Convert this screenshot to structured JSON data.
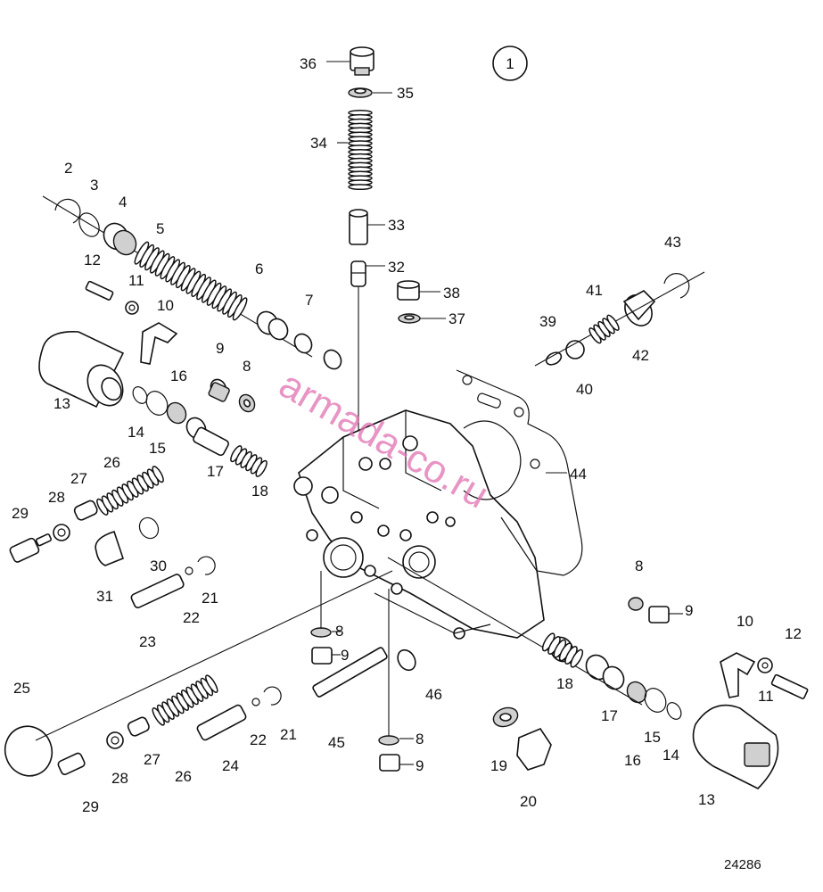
{
  "figure": {
    "view_number": "1",
    "reference_number": "24286",
    "watermark": "armada-co.ru"
  },
  "callouts": [
    {
      "id": "c36",
      "text": "36"
    },
    {
      "id": "c35",
      "text": "35"
    },
    {
      "id": "c34",
      "text": "34"
    },
    {
      "id": "c33",
      "text": "33"
    },
    {
      "id": "c32",
      "text": "32"
    },
    {
      "id": "c38",
      "text": "38"
    },
    {
      "id": "c37",
      "text": "37"
    },
    {
      "id": "c2",
      "text": "2"
    },
    {
      "id": "c3",
      "text": "3"
    },
    {
      "id": "c4",
      "text": "4"
    },
    {
      "id": "c5",
      "text": "5"
    },
    {
      "id": "c12a",
      "text": "12"
    },
    {
      "id": "c11a",
      "text": "11"
    },
    {
      "id": "c6",
      "text": "6"
    },
    {
      "id": "c7",
      "text": "7"
    },
    {
      "id": "c10a",
      "text": "10"
    },
    {
      "id": "c9a",
      "text": "9"
    },
    {
      "id": "c8a",
      "text": "8"
    },
    {
      "id": "c13a",
      "text": "13"
    },
    {
      "id": "c16a",
      "text": "16"
    },
    {
      "id": "c14a",
      "text": "14"
    },
    {
      "id": "c15a",
      "text": "15"
    },
    {
      "id": "c17a",
      "text": "17"
    },
    {
      "id": "c18a",
      "text": "18"
    },
    {
      "id": "c27a",
      "text": "27"
    },
    {
      "id": "c26a",
      "text": "26"
    },
    {
      "id": "c28a",
      "text": "28"
    },
    {
      "id": "c29a",
      "text": "29"
    },
    {
      "id": "c30",
      "text": "30"
    },
    {
      "id": "c31",
      "text": "31"
    },
    {
      "id": "c21a",
      "text": "21"
    },
    {
      "id": "c22a",
      "text": "22"
    },
    {
      "id": "c23",
      "text": "23"
    },
    {
      "id": "c43",
      "text": "43"
    },
    {
      "id": "c41",
      "text": "41"
    },
    {
      "id": "c42",
      "text": "42"
    },
    {
      "id": "c39",
      "text": "39"
    },
    {
      "id": "c40",
      "text": "40"
    },
    {
      "id": "c44",
      "text": "44"
    },
    {
      "id": "c8b",
      "text": "8"
    },
    {
      "id": "c9b",
      "text": "9"
    },
    {
      "id": "c10b",
      "text": "10"
    },
    {
      "id": "c12b",
      "text": "12"
    },
    {
      "id": "c11b",
      "text": "11"
    },
    {
      "id": "c8c",
      "text": "8"
    },
    {
      "id": "c9c",
      "text": "9"
    },
    {
      "id": "c18b",
      "text": "18"
    },
    {
      "id": "c17b",
      "text": "17"
    },
    {
      "id": "c16b",
      "text": "16"
    },
    {
      "id": "c15b",
      "text": "15"
    },
    {
      "id": "c14b",
      "text": "14"
    },
    {
      "id": "c13b",
      "text": "13"
    },
    {
      "id": "c25",
      "text": "25"
    },
    {
      "id": "c46",
      "text": "46"
    },
    {
      "id": "c45",
      "text": "45"
    },
    {
      "id": "c21b",
      "text": "21"
    },
    {
      "id": "c22b",
      "text": "22"
    },
    {
      "id": "c24",
      "text": "24"
    },
    {
      "id": "c27b",
      "text": "27"
    },
    {
      "id": "c26b",
      "text": "26"
    },
    {
      "id": "c28b",
      "text": "28"
    },
    {
      "id": "c29b",
      "text": "29"
    },
    {
      "id": "c8d",
      "text": "8"
    },
    {
      "id": "c9d",
      "text": "9"
    },
    {
      "id": "c19",
      "text": "19"
    },
    {
      "id": "c20",
      "text": "20"
    }
  ]
}
